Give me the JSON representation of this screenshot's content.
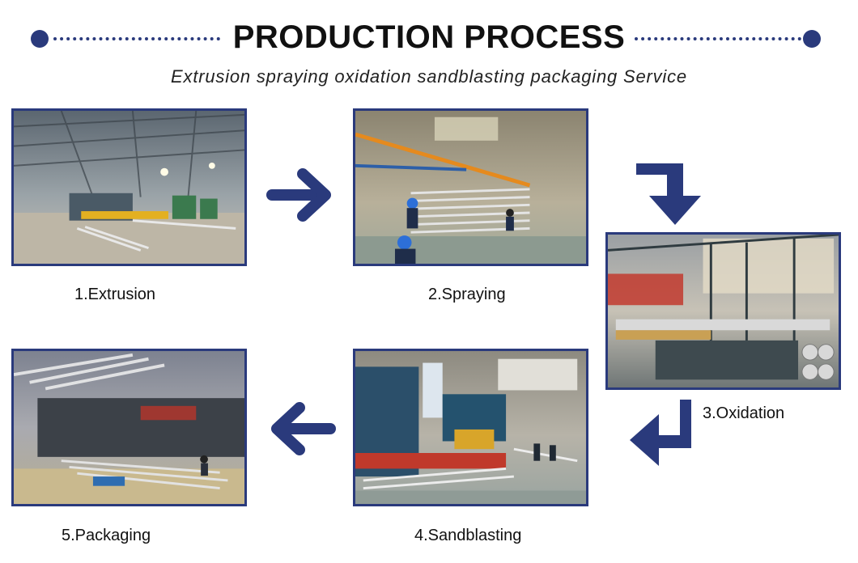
{
  "header": {
    "title": "PRODUCTION PROCESS",
    "subtitle": "Extrusion spraying oxidation sandblasting packaging Service"
  },
  "colors": {
    "accent": "#2a3a7c"
  },
  "steps": [
    {
      "label": "1.Extrusion"
    },
    {
      "label": "2.Spraying"
    },
    {
      "label": "3.Oxidation"
    },
    {
      "label": "4.Sandblasting"
    },
    {
      "label": "5.Packaging"
    }
  ],
  "icons": [
    "arrow-right-icon",
    "arrow-turn-down-icon",
    "arrow-turn-left-icon",
    "arrow-left-icon"
  ]
}
